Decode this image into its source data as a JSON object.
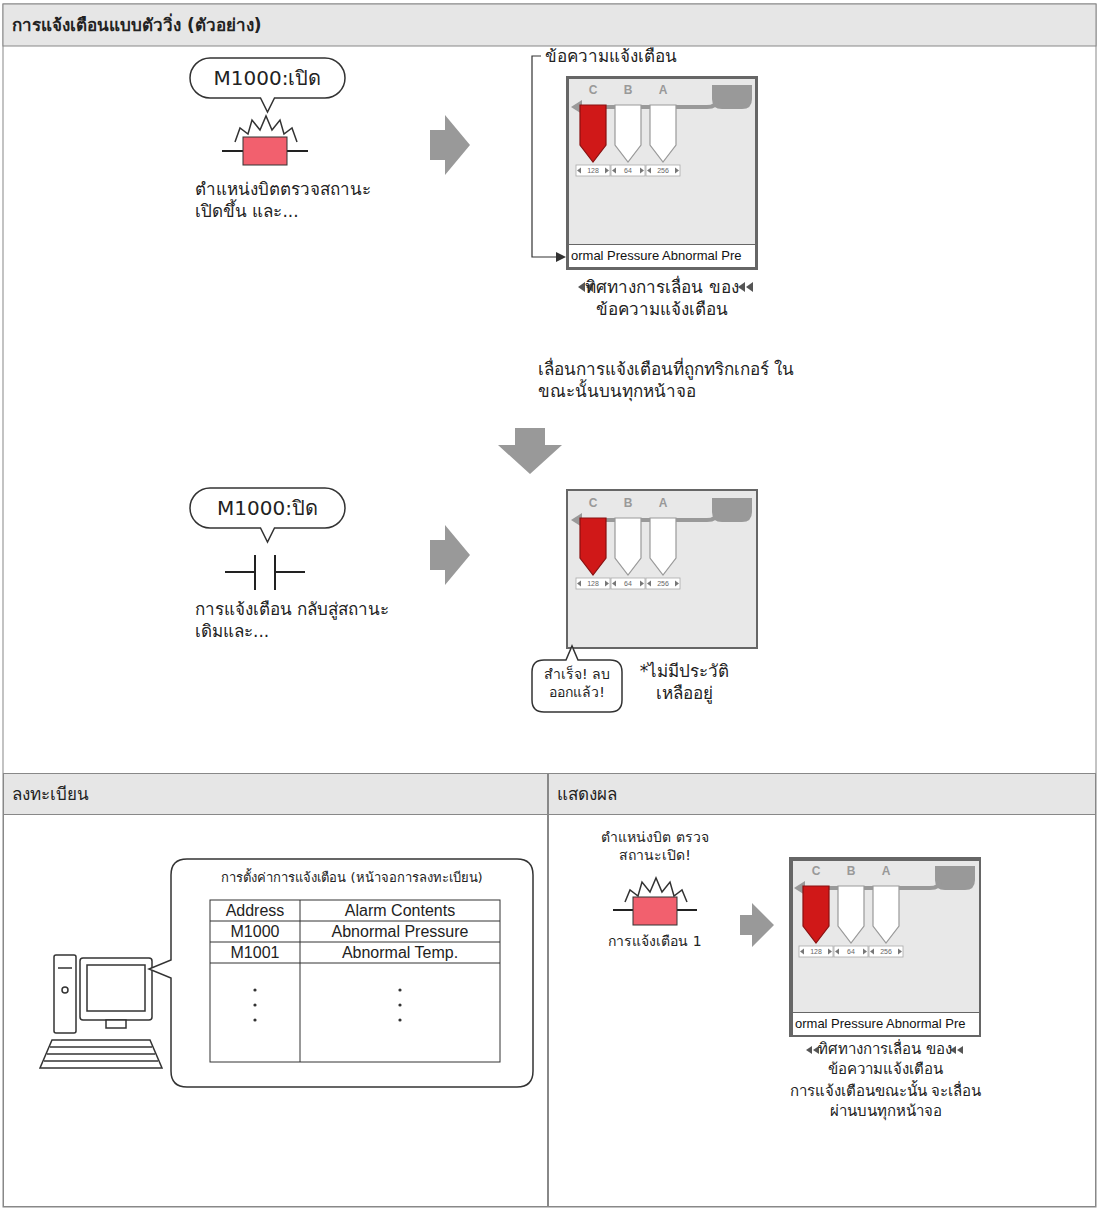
{
  "diagram": {
    "title": "การแจ้งเตือนแบบตัววิ่ง (ตัวอย่าง)",
    "nodes": [
      {
        "text": [
          "M1000:เปิด"
        ]
      },
      {
        "text": [
          "ormal Pressure Abnormal Pre"
        ]
      },
      {
        "text": [
          "M1000:ปิด"
        ]
      },
      {
        "text": [
          "สำเร็จ! ลบออกแล้ว!"
        ]
      },
      {
        "text": [
          "ลงทะเบียน"
        ]
      },
      {
        "text": [
          "การตั้งค่าการแจ้งเตือน (หน้าจอการลงทะเบียน)"
        ],
        "in": 4
      },
      {
        "text": [
          "แสดงผล"
        ]
      },
      {
        "text": [
          "ormal Pressure Abnormal Pre"
        ],
        "in": 6
      }
    ],
    "labels": [
      "ข้อความแจ้งเตือน",
      "ตำแหน่งบิตตรวจสถานะ เปิดขึ้น และ...",
      "C",
      "B",
      "A",
      "128",
      "64",
      "256",
      "ทิศทางการเลื่อน ของข้อความแจ้งเตือน",
      "เลื่อนการแจ้งเตือนที่ถูกทริกเกอร์ ในขณะนั้นบนทุกหน้าจอ",
      "การแจ้งเตือน กลับสู่สถานะเดิมและ...",
      "C",
      "B",
      "A",
      "128",
      "64",
      "256",
      "*ไม่มีประวัติ เหลืออยู่",
      "Address",
      "Alarm Contents",
      "M1000",
      "Abnormal Pressure",
      "M1001",
      "Abnormal Temp.",
      "ตำแหน่งบิต ตรวจสถานะเปิด!",
      "การแจ้งเตือน 1",
      "C",
      "B",
      "A",
      "128",
      "64",
      "256",
      "ทิศทางการเลื่อน ของข้อความแจ้งเตือน",
      "การแจ้งเตือนขณะนั้น จะเลื่อนผ่านบนทุกหน้าจอ"
    ]
  }
}
